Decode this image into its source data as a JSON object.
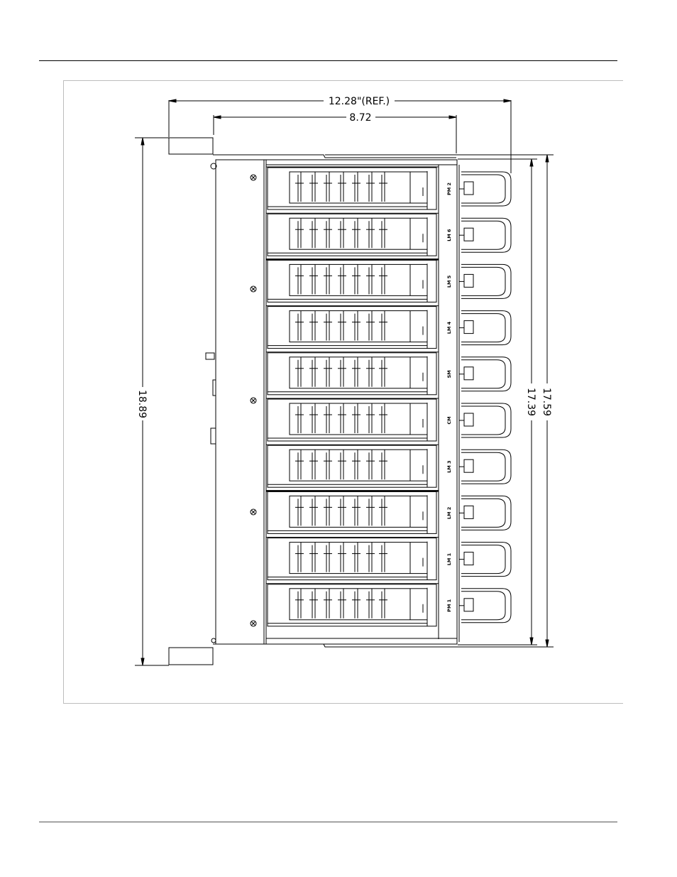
{
  "drawing": {
    "dimensions": {
      "overall_width": "12.28\"(REF.)",
      "inner_width": "8.72",
      "overall_height": "18.89",
      "chassis_height": "17.39",
      "outer_height": "17.59"
    },
    "slots": [
      {
        "label": "PM 2"
      },
      {
        "label": "LM 6"
      },
      {
        "label": "LM 5"
      },
      {
        "label": "LM 4"
      },
      {
        "label": "SM"
      },
      {
        "label": "CM"
      },
      {
        "label": "LM 3"
      },
      {
        "label": "LM 2"
      },
      {
        "label": "LM 1"
      },
      {
        "label": "PM 1"
      }
    ]
  }
}
